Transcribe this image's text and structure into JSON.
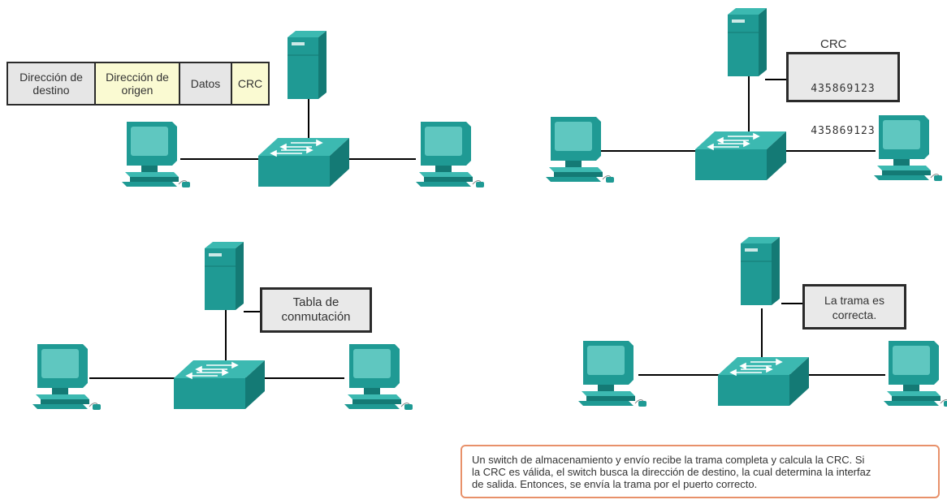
{
  "frame_fields": [
    {
      "label": "Dirección de\ndestino",
      "color": "#e6e6e6"
    },
    {
      "label": "Dirección de\norigen",
      "color": "#fafad2"
    },
    {
      "label": "Datos",
      "color": "#e6e6e6"
    },
    {
      "label": "CRC",
      "color": "#fafad2"
    }
  ],
  "crc_panel": {
    "title": "CRC",
    "values": [
      "435869123",
      "435869123"
    ]
  },
  "switching_table_box": "Tabla de\nconmutación",
  "frame_ok_box": "La trama es\ncorrecta.",
  "explanation": "Un switch de almacenamiento y envío recibe la trama completa y calcula la CRC. Si\nla CRC es válida, el switch busca la dirección de destino, la cual determina la interfaz\nde salida. Entonces, se envía la trama por el puerto correcto.",
  "colors": {
    "device": "#1f9a94",
    "device_light": "#3cb9b1",
    "device_dark": "#147a75",
    "screen": "#5fc7c0",
    "note_border": "#e8916a"
  },
  "icons": [
    "server-icon",
    "switch-icon",
    "pc-icon"
  ]
}
